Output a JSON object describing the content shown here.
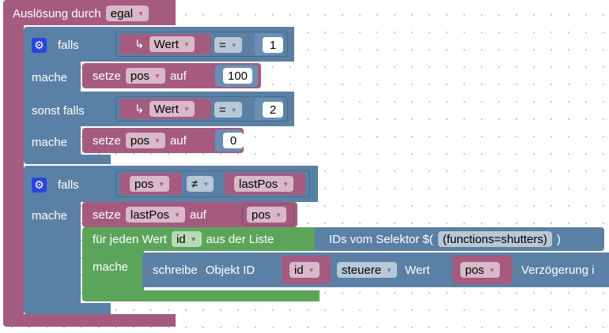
{
  "trigger": {
    "label": "Auslösung durch",
    "option": "egal"
  },
  "if1": {
    "if_label": "falls",
    "cond": {
      "var_icon": "↳",
      "var": "Wert",
      "op": "=",
      "value": "1"
    },
    "do_label": "mache",
    "set1": {
      "set_label": "setze",
      "var": "pos",
      "to_label": "auf",
      "value": "100"
    },
    "elseif_label": "sonst falls",
    "cond2": {
      "var_icon": "↳",
      "var": "Wert",
      "op": "=",
      "value": "2"
    },
    "do_label2": "mache",
    "set2": {
      "set_label": "setze",
      "var": "pos",
      "to_label": "auf",
      "value": "0"
    }
  },
  "if2": {
    "if_label": "falls",
    "cond": {
      "left": "pos",
      "op": "≠",
      "right": "lastPos"
    },
    "do_label": "mache",
    "set": {
      "set_label": "setze",
      "var": "lastPos",
      "to_label": "auf",
      "value": "pos"
    },
    "foreach": {
      "label": "für jeden Wert",
      "var": "id",
      "from_label": "aus der Liste",
      "selector_label": "IDs vom Selektor $(",
      "selector_value": "(functions=shutters)",
      "selector_close": ")",
      "do_label": "mache",
      "write": {
        "label": "schreibe",
        "object_label": "Objekt ID",
        "id_var": "id",
        "mode": "steuere",
        "value_label": "Wert",
        "value_var": "pos",
        "delay_label": "Verzögerung i"
      }
    }
  },
  "dropdown_arrow": "▼",
  "gear_icon": "⚙",
  "colors": {
    "event": "#a55b80",
    "logic": "#5b80a5",
    "loop": "#5ba55b",
    "variable": "#a55b80"
  }
}
